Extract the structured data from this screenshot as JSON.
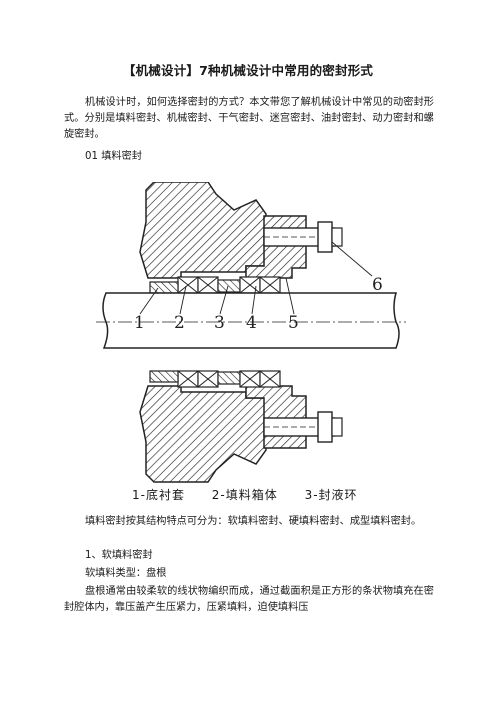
{
  "document": {
    "title": "【机械设计】7种机械设计中常用的密封形式",
    "intro": "机械设计时，如何选择密封的方式？本文带您了解机械设计中常见的动密封形式。分别是填料密封、机械密封、干气密封、迷宫密封、油封密封、动力密封和螺旋密封。",
    "section_heading": "01 填料密封",
    "figure": {
      "labels": [
        "1",
        "2",
        "3",
        "4",
        "5",
        "6"
      ],
      "caption": [
        "1-底衬套",
        "2-填料箱体",
        "3-封液环"
      ]
    },
    "para_types": "填料密封按其结构特点可分为：软填料密封、硬填料密封、成型填料密封。",
    "subheading": "1、软填料密封",
    "type_line": "软填料类型：盘根",
    "para_panggen": "盘根通常由较柔软的线状物编织而成，通过截面积是正方形的条状物填充在密封腔体内，靠压盖产生压紧力，压紧填料，迫使填料压"
  }
}
